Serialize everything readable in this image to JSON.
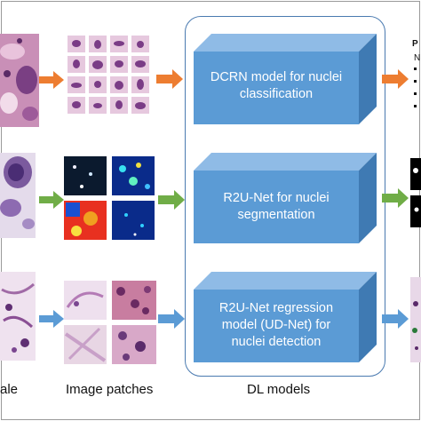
{
  "models": [
    {
      "id": "dcrn",
      "text": "DCRN model for nuclei classification"
    },
    {
      "id": "r2u",
      "text": "R2U-Net for nuclei segmentation"
    },
    {
      "id": "udnet",
      "text": "R2U-Net  regression model (UD-Net) for nuclei detection"
    }
  ],
  "model_lines": [
    [
      "DCRN model for nuclei",
      "classification"
    ],
    [
      "R2U-Net for nuclei",
      "segmentation"
    ],
    [
      "R2U-Net  regression",
      "model (UD-Net) for",
      "nuclei detection"
    ]
  ],
  "captions": {
    "left": "ale",
    "patches": "Image patches",
    "models": "DL models"
  },
  "right_fragments": {
    "top_p": "P",
    "top_n": "N"
  },
  "colors": {
    "box_front": "#5b9bd5",
    "box_top": "#8fbbe6",
    "box_side": "#3f7ab3",
    "arrow_orange": "#ed7d31",
    "arrow_green": "#70ad47",
    "arrow_blue": "#5b9bd5",
    "frame": "#4a7ab0"
  }
}
